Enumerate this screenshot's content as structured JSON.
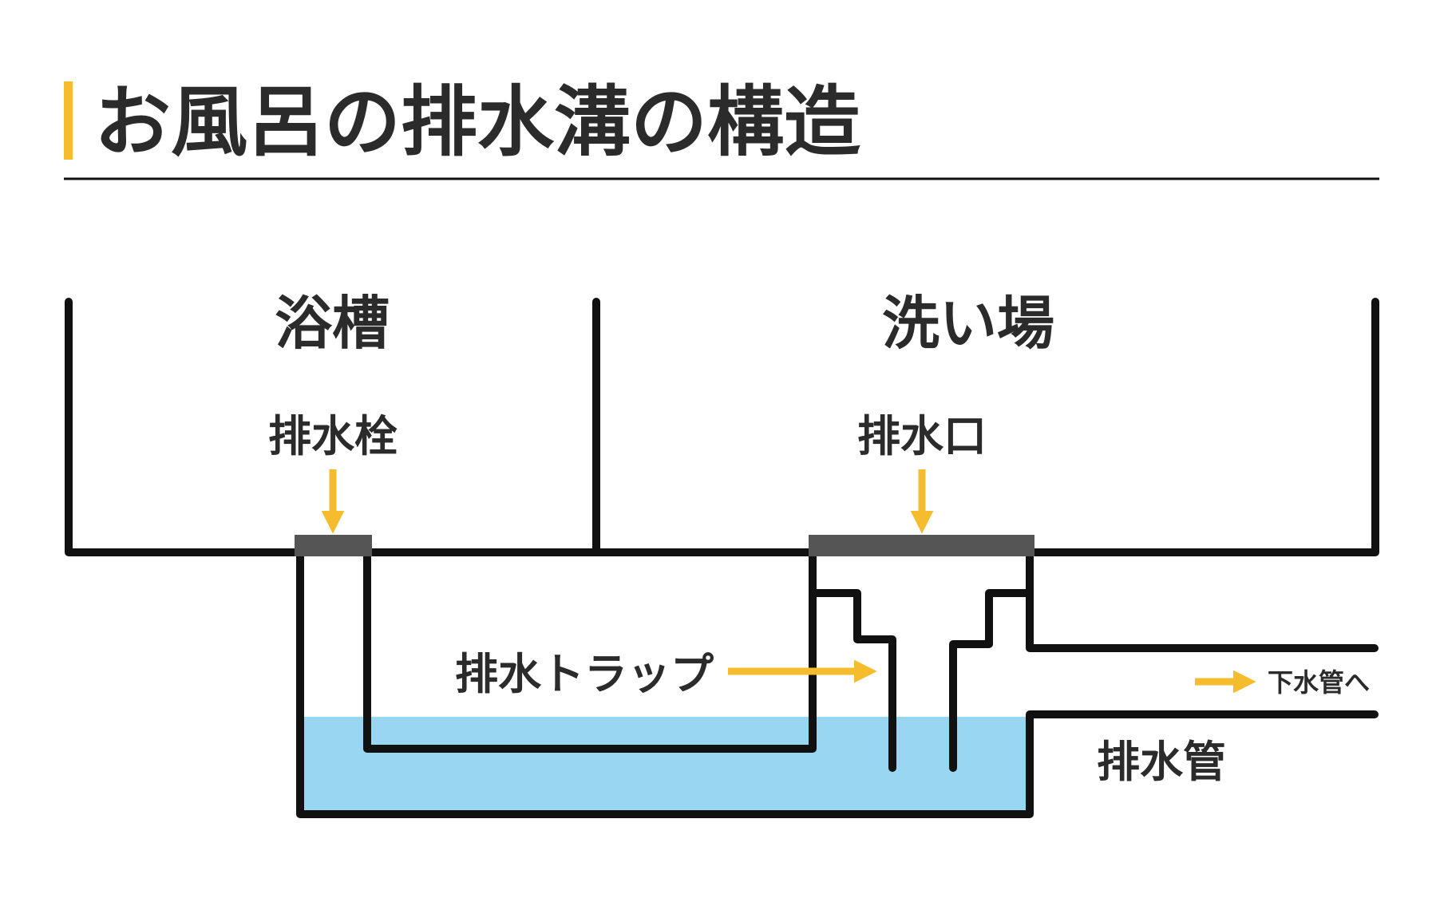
{
  "title": "お風呂の排水溝の構造",
  "labels": {
    "bathtub": "浴槽",
    "wash_area": "洗い場",
    "drain_plug": "排水栓",
    "drain_outlet": "排水口",
    "drain_trap": "排水トラップ",
    "to_sewer": "下水管へ",
    "drain_pipe": "排水管"
  },
  "colors": {
    "accent": "#f5bd2e",
    "line": "#111111",
    "cover": "#555555",
    "water": "#99d6f1",
    "text": "#2b2b2b"
  }
}
